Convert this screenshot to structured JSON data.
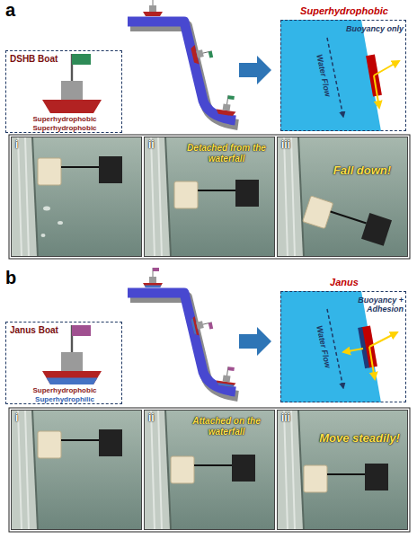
{
  "diagram": {
    "nodes": [
      {
        "text": [
          "DSHB Boat",
          "Superhydrophobic",
          "Superhydrophobic"
        ]
      },
      {
        "text": [
          "Superhydrophobic",
          "Buoyancy only",
          "Water Flow"
        ]
      },
      {
        "text": [
          "i"
        ]
      },
      {
        "text": [
          "ii",
          "Detached from the waterfall"
        ]
      },
      {
        "text": [
          "iii",
          "Fall down!"
        ]
      },
      {
        "text": [
          "Janus Boat",
          "Superhydrophobic",
          "Superhydrophilic"
        ]
      },
      {
        "text": [
          "Janus",
          "Buoyancy + Adhesion",
          "Water Flow"
        ]
      },
      {
        "text": [
          "i"
        ]
      },
      {
        "text": [
          "ii",
          "Attached on the waterfall"
        ]
      },
      {
        "text": [
          "iii",
          "Move steadily!"
        ]
      }
    ],
    "labels": [
      "a",
      "b"
    ]
  }
}
